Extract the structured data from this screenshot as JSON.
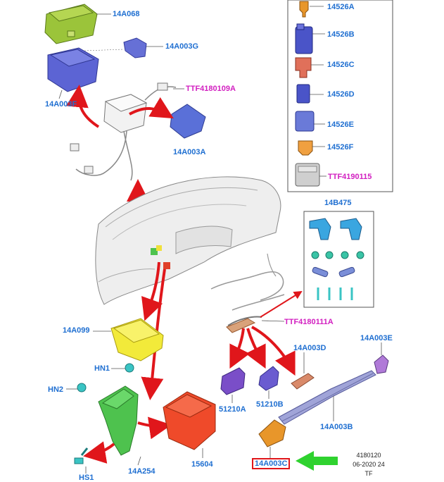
{
  "labels": {
    "l14A068": "14A068",
    "l14A003G": "14A003G",
    "l14A003F": "14A003F",
    "lTTF4180109A": "TTF4180109A",
    "l14A003A": "14A003A",
    "l14526A": "14526A",
    "l14526B": "14526B",
    "l14526C": "14526C",
    "l14526D": "14526D",
    "l14526E": "14526E",
    "l14526F": "14526F",
    "lTTF4190115": "TTF4190115",
    "l14B475": "14B475",
    "lTTF4180111A": "TTF4180111A",
    "l14A099": "14A099",
    "lHN1": "HN1",
    "lHN2": "HN2",
    "l14A003D": "14A003D",
    "l14A003E": "14A003E",
    "l51210A": "51210A",
    "l51210B": "51210B",
    "l14A003B": "14A003B",
    "l15604": "15604",
    "l14A254": "14A254",
    "lHS1": "HS1",
    "l14A003C": "14A003C"
  },
  "footer": {
    "line1": "4180120",
    "line2": "06-2020 24",
    "line3": "TF"
  },
  "colors": {
    "label_blue": "#1f6fd1",
    "label_magenta": "#d21fc0",
    "arrow_red": "#e0161b",
    "pointer_green": "#2fd22f",
    "highlight_box": "#e0161b"
  }
}
